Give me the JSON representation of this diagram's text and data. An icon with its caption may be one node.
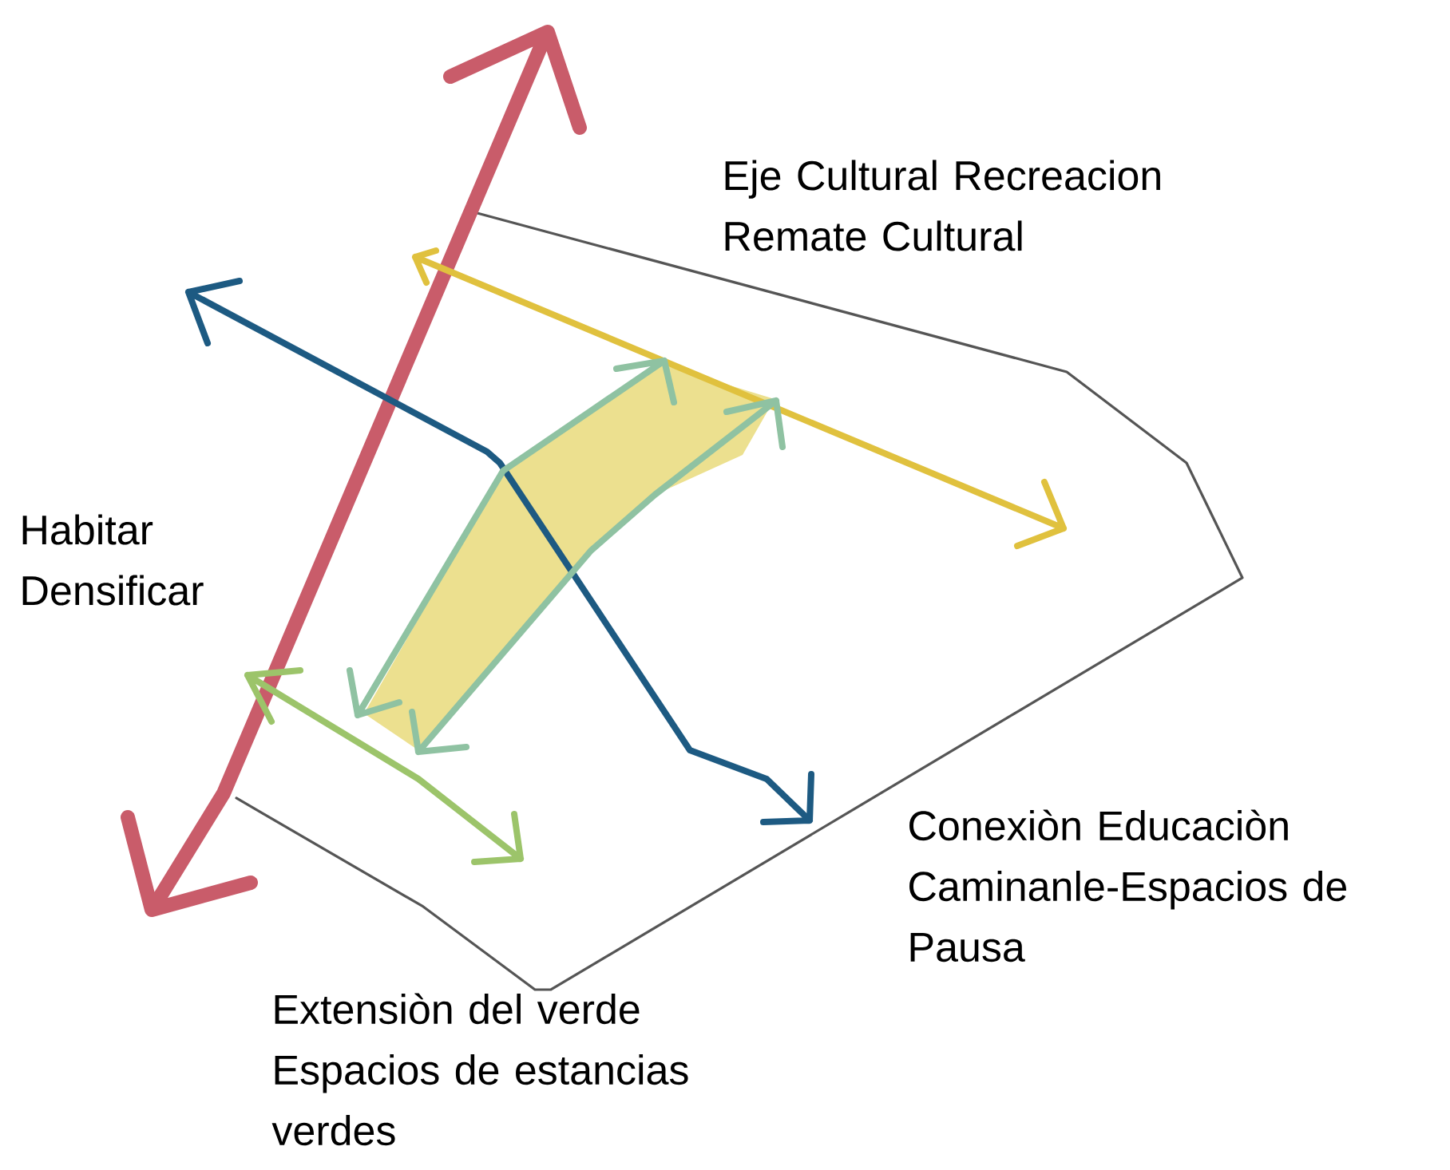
{
  "diagram": {
    "labels": [
      "Eje Cultural Recreacion Remate Cultural",
      "Habitar Densificar",
      "Conexiòn Educaciòn Caminanle-Espacios de Pausa",
      "Extensiòn del verde Espacios de estancias verdes"
    ]
  }
}
